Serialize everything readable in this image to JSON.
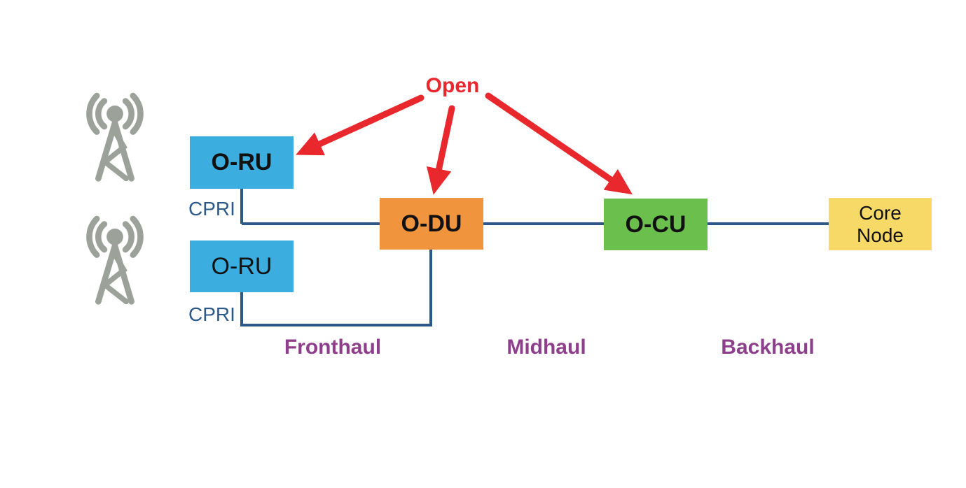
{
  "open_callout": {
    "label": "Open"
  },
  "nodes": {
    "oru_top": {
      "label": "O-RU"
    },
    "oru_bottom": {
      "label": "O-RU"
    },
    "odu": {
      "label": "O-DU"
    },
    "ocu": {
      "label": "O-CU"
    },
    "core_node": {
      "line1": "Core",
      "line2": "Node"
    }
  },
  "interfaces": {
    "cpri_top": "CPRI",
    "cpri_bottom": "CPRI"
  },
  "segments": {
    "fronthaul": "Fronthaul",
    "midhaul": "Midhaul",
    "backhaul": "Backhaul"
  },
  "icons": {
    "tower_top": "cell-tower-icon",
    "tower_bottom": "cell-tower-icon"
  },
  "colors": {
    "oru_box": "#3BAEDF",
    "odu_box": "#F0943D",
    "ocu_box": "#6BBF4D",
    "core_box": "#F6D966",
    "connector_line": "#2D5986",
    "cpri_label": "#2E5A8A",
    "segment_label": "#8E3F8C",
    "open_accent": "#E8282D",
    "tower_icon": "#9CA19A"
  }
}
